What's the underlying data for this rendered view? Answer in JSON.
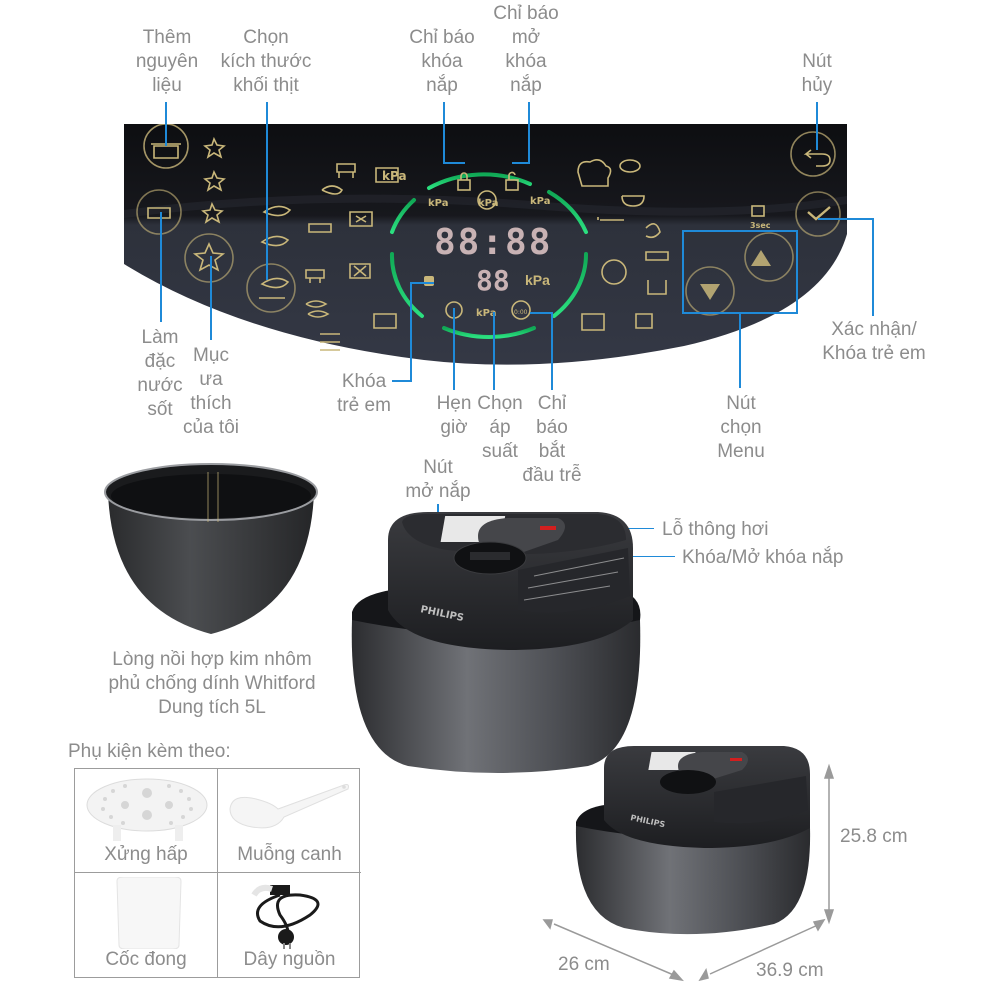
{
  "control_panel": {
    "display": {
      "time": "88:88",
      "pressure_value": "88",
      "pressure_unit": "kPa"
    },
    "icons": [
      "add-ingredients-icon",
      "thicken-sauce-icon",
      "favorite-icon",
      "favorite-3-icon",
      "favorite-2-icon",
      "favorite-1-icon",
      "meat-size-icon",
      "beef-icon",
      "chicken-icon",
      "pork-icon",
      "lamb-icon",
      "fish-icon",
      "fish-2-icon",
      "settings-sliders-icon",
      "steam-icon",
      "pressure-pot-icon",
      "slow-cook-timer-icon",
      "lock-icon",
      "unlock-icon",
      "pressure-up-icon",
      "pressure-release-icon",
      "pressure-down-icon",
      "child-lock-icon",
      "timer-icon",
      "pressure-select-icon",
      "delay-start-icon",
      "chef-icon",
      "rice-icon",
      "soup-icon",
      "fry-icon",
      "bean-icon",
      "steamer-icon",
      "reheat-icon",
      "yogurt-icon",
      "keep-warm-icon",
      "bake-icon",
      "cancel-icon",
      "confirm-icon",
      "up-icon",
      "down-icon",
      "3sec-lock-icon"
    ],
    "colors": {
      "panel": "#2b2e38",
      "panel_top": "#121317",
      "gold": "#c9b77a",
      "ring": "#1fbf6a",
      "digits": "#e4c9c9",
      "leader": "#1f8ad8"
    }
  },
  "callouts": {
    "add_ingredients": [
      "Thêm",
      "nguyên",
      "liệu"
    ],
    "meat_size": [
      "Chọn",
      "kích thước",
      "khối thịt"
    ],
    "lock_indicator": [
      "Chỉ báo",
      "khóa",
      "nắp"
    ],
    "unlock_indicator": [
      "Chỉ báo",
      "mở",
      "khóa",
      "nắp"
    ],
    "cancel_button": [
      "Nút",
      "hủy"
    ],
    "thicken_sauce": [
      "Làm",
      "đặc",
      "nước",
      "sốt"
    ],
    "my_favorites": [
      "Mục",
      "ưa",
      "thích",
      "của tôi"
    ],
    "child_lock": [
      "Khóa",
      "trẻ em"
    ],
    "timer": [
      "Hẹn",
      "giờ"
    ],
    "pressure_select": [
      "Chọn",
      "áp",
      "suất"
    ],
    "delay_start": [
      "Chỉ",
      "báo",
      "bắt",
      "đầu trễ"
    ],
    "menu_buttons": [
      "Nút",
      "chọn",
      "Menu"
    ],
    "confirm_lock": [
      "Xác nhận/",
      "Khóa trẻ em"
    ],
    "lid_open_button": [
      "Nút",
      "mở nắp"
    ],
    "steam_vent": "Lỗ thông hơi",
    "lid_lock": "Khóa/Mở khóa nắp"
  },
  "inner_pot": {
    "caption": [
      "Lòng nồi hợp kim nhôm",
      "phủ chống dính Whitford",
      "Dung tích 5L"
    ]
  },
  "cooker": {
    "brand": "PHILIPS"
  },
  "accessories": {
    "title": "Phụ kiện kèm theo:",
    "items": [
      {
        "label": "Xửng hấp",
        "icon": "steamer-rack-icon"
      },
      {
        "label": "Muỗng canh",
        "icon": "spoon-icon"
      },
      {
        "label": "Cốc đong",
        "icon": "measuring-cup-icon"
      },
      {
        "label": "Dây nguồn",
        "icon": "power-cord-icon"
      }
    ]
  },
  "dimensions": {
    "height": "25.8 cm",
    "depth": "26 cm",
    "width": "36.9 cm"
  }
}
